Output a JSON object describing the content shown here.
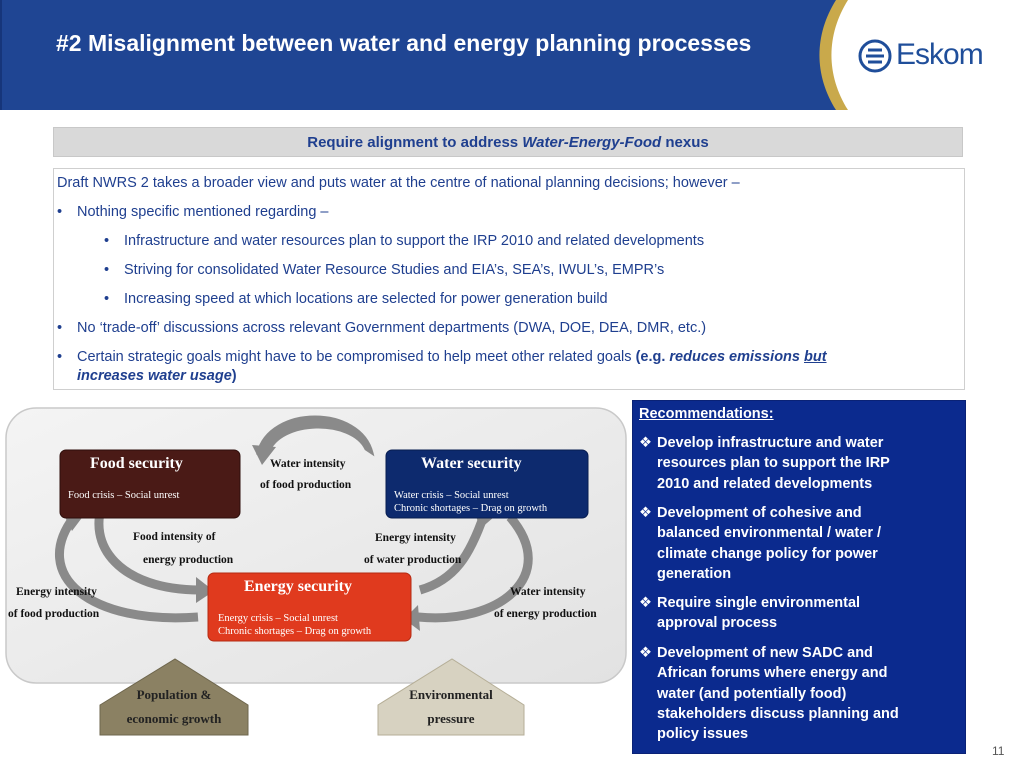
{
  "header": {
    "title": "#2 Misalignment between water and energy planning processes",
    "logo_text": "Eskom",
    "colors": {
      "band": "#1f4593",
      "accent": "#c9a94b"
    }
  },
  "banner": {
    "prefix": "Require alignment to address ",
    "emphasis": "Water-Energy-Food",
    "suffix": " nexus"
  },
  "textbox": {
    "intro": "Draft NWRS 2 takes a broader view and puts water at the centre of national planning decisions; however –",
    "bullet_char": "•",
    "b1": "Nothing specific mentioned regarding –",
    "sub": [
      "Infrastructure and water resources plan to support the IRP 2010 and related developments",
      "Striving for consolidated Water Resource Studies and EIA’s, SEA’s, IWUL’s, EMPR’s",
      "Increasing speed at which locations are selected for power generation build"
    ],
    "b2": "No ‘trade-off’ discussions across relevant Government departments (DWA, DOE, DEA, DMR, etc.)",
    "b3": {
      "text": "Certain strategic goals might have to be compromised to help meet other related goals ",
      "paren_open": "(e.g. ",
      "emph1": "reduces emissions ",
      "emph_u": "but",
      "emph2": "increases water usage",
      "paren_close": ")"
    }
  },
  "diagram": {
    "food": {
      "title": "Food security",
      "sub": "Food crisis – Social unrest",
      "color": "#4a1a16"
    },
    "water": {
      "title": "Water security",
      "sub1": "Water crisis – Social unrest",
      "sub2": "Chronic shortages – Drag on growth",
      "color": "#0d2a6e"
    },
    "energy": {
      "title": "Energy security",
      "sub1": "Energy crisis – Social unrest",
      "sub2": "Chronic shortages – Drag on growth",
      "color": "#e03a1e"
    },
    "labels": {
      "water_food_1": "Water intensity",
      "water_food_2": "of food production",
      "food_energy_1": "Food intensity of",
      "food_energy_2": "energy production",
      "energy_water_1": "Energy intensity",
      "energy_water_2": "of water production",
      "energy_food_1": "Energy intensity",
      "energy_food_2": "of food production",
      "water_energy_1": "Water intensity",
      "water_energy_2": "of energy production"
    },
    "population": {
      "line1": "Population &",
      "line2": "economic growth"
    },
    "environment": {
      "line1": "Environmental",
      "line2": "pressure"
    }
  },
  "recommendations": {
    "title": "Recommendations:",
    "marker": "❖",
    "items": [
      {
        "line1": "Develop infrastructure and water",
        "line2": "resources plan to support the IRP",
        "line3": "2010 and related developments"
      },
      {
        "line1": "Development of cohesive and",
        "line2": "balanced environmental / water /",
        "line3": "climate change policy for power",
        "line4": "generation"
      },
      {
        "line1": "Require single environmental",
        "line2": "approval process"
      },
      {
        "line1": "Development of new SADC and",
        "line2": "African forums where energy and",
        "line3": "water (and potentially food)",
        "line4": "stakeholders discuss planning and",
        "line5": "policy issues"
      }
    ]
  },
  "page_number": "11"
}
